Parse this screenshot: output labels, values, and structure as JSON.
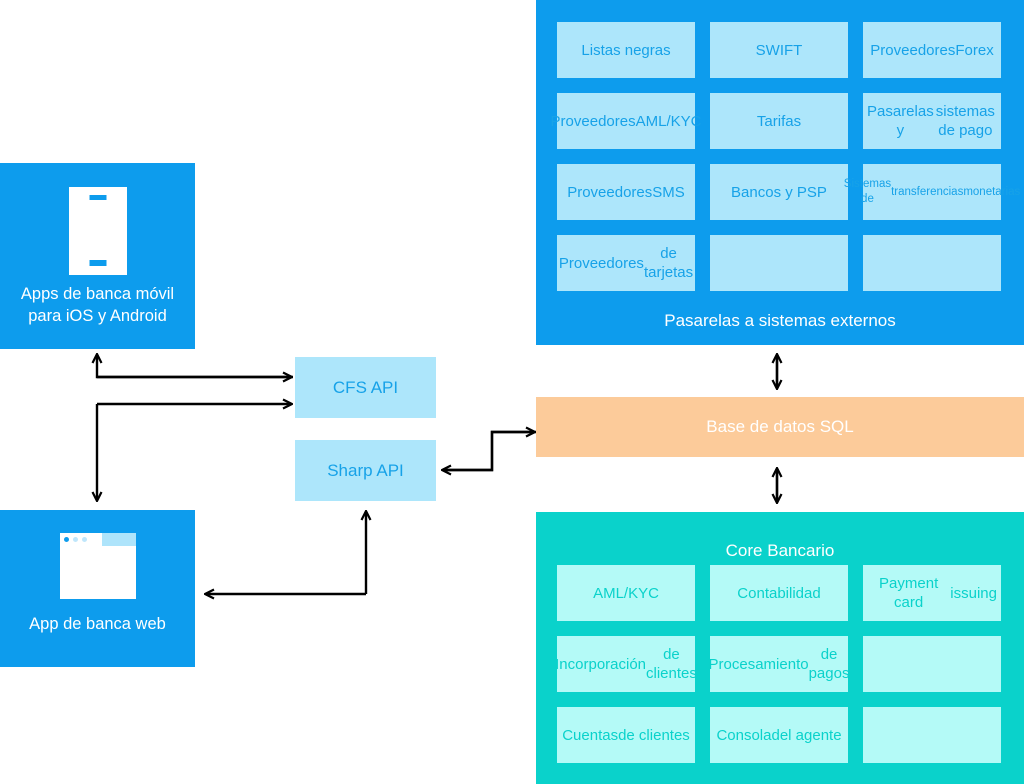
{
  "clients": {
    "mobile": {
      "label": "Apps de banca móvil\npara iOS y Android",
      "line1": "Apps de banca móvil",
      "line2": "para iOS y Android",
      "icon": "mobile-phone-icon"
    },
    "web": {
      "label": "App de banca web",
      "icon": "browser-window-icon"
    }
  },
  "apis": {
    "cfs": "CFS API",
    "sharp": "Sharp API"
  },
  "database": {
    "label": "Base de datos SQL"
  },
  "external": {
    "caption": "Pasarelas a sistemas externos",
    "tiles": [
      {
        "label": "Listas negras",
        "size": "normal"
      },
      {
        "label": "SWIFT",
        "size": "normal"
      },
      {
        "label": "Proveedores\nForex",
        "size": "normal"
      },
      {
        "label": "Proveedores\nAML/KYC",
        "size": "normal"
      },
      {
        "label": "Tarifas",
        "size": "normal"
      },
      {
        "label": "Pasarelas y\nsistemas de pago",
        "size": "normal"
      },
      {
        "label": "Proveedores\nSMS",
        "size": "normal"
      },
      {
        "label": "Bancos y PSP",
        "size": "normal"
      },
      {
        "label": "Sistemas de\ntransferencias\nmonetarias",
        "size": "small"
      },
      {
        "label": "Proveedores\nde tarjetas",
        "size": "normal"
      },
      {
        "label": "",
        "size": "empty"
      },
      {
        "label": "",
        "size": "empty"
      }
    ]
  },
  "core": {
    "title": "Core Bancario",
    "tiles": [
      {
        "label": "AML/KYC",
        "size": "normal"
      },
      {
        "label": "Contabilidad",
        "size": "normal"
      },
      {
        "label": "Payment card\nissuing",
        "size": "normal"
      },
      {
        "label": "Incorporación\nde clientes",
        "size": "normal"
      },
      {
        "label": "Procesamiento\nde pagos",
        "size": "normal"
      },
      {
        "label": "",
        "size": "empty"
      },
      {
        "label": "Cuentas\nde clientes",
        "size": "normal"
      },
      {
        "label": "Consola\ndel agente",
        "size": "normal"
      },
      {
        "label": "",
        "size": "empty"
      }
    ]
  },
  "colors": {
    "brand_blue": "#0d9ced",
    "light_blue": "#ade6fb",
    "teal": "#0ad2cb",
    "light_teal": "#b4faf7",
    "orange": "#fccb9a",
    "white": "#ffffff",
    "arrow": "#000000"
  },
  "connectors": [
    {
      "name": "cfs-to-mobile",
      "from": "CFS API",
      "to": "Apps de banca móvil para iOS y Android",
      "direction": "one-way"
    },
    {
      "name": "cfs-to-web",
      "from": "CFS API",
      "to": "App de banca web",
      "direction": "one-way"
    },
    {
      "name": "sharp-to-web",
      "from": "Sharp API",
      "to": "App de banca web",
      "direction": "one-way"
    },
    {
      "name": "sql-to-sharp",
      "from": "Base de datos SQL",
      "to": "Sharp API",
      "direction": "one-way"
    },
    {
      "name": "sharp-to-sql",
      "from": "Sharp API",
      "to": "Base de datos SQL",
      "direction": "one-way"
    },
    {
      "name": "external-to-sql",
      "from": "Pasarelas a sistemas externos",
      "to": "Base de datos SQL",
      "direction": "two-way"
    },
    {
      "name": "sql-to-core",
      "from": "Base de datos SQL",
      "to": "Core Bancario",
      "direction": "two-way"
    }
  ]
}
